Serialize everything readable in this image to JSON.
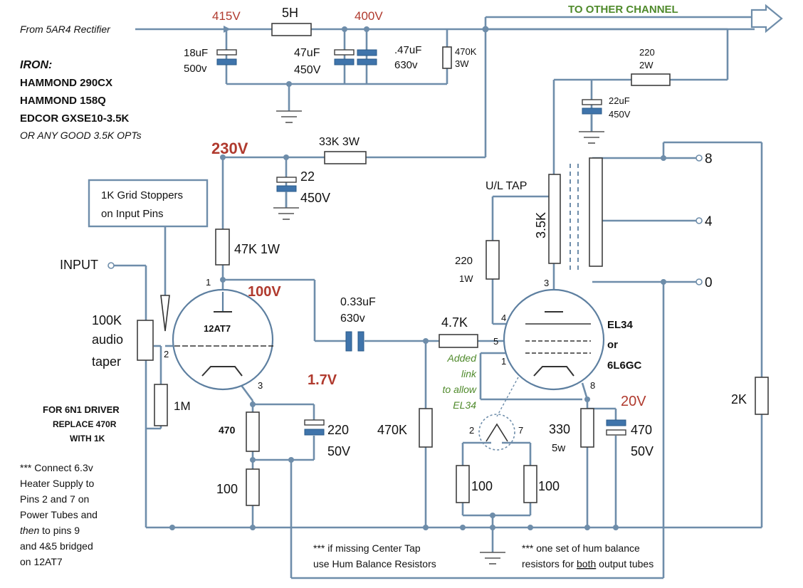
{
  "psu": {
    "rectifier_label": "From 5AR4 Rectifier",
    "v415": "415V",
    "choke": "5H",
    "v400": "400V",
    "to_other_channel": "TO OTHER CHANNEL",
    "c1_value": "18uF",
    "c1_voltage": "500v",
    "c2_value": "47uF",
    "c2_voltage": "450V",
    "c3_value": ".47uF",
    "c3_voltage": "630v",
    "bleeder_value": "470K",
    "bleeder_watts": "3W",
    "r220_value": "220",
    "r220_watts": "2W",
    "c22uf_value": "22uF",
    "c22uf_voltage": "450V"
  },
  "iron": {
    "heading": "IRON:",
    "lines": [
      "HAMMOND 290CX",
      "HAMMOND 158Q",
      "EDCOR GXSE10-3.5K",
      "OR ANY GOOD 3.5K OPTs"
    ]
  },
  "driver": {
    "v230": "230V",
    "r33k": "33K 3W",
    "c22_value": "22",
    "c22_voltage": "450V",
    "grid_stopper": [
      "1K Grid Stoppers",
      "on Input Pins"
    ],
    "r47k": "47K 1W",
    "input": "INPUT",
    "pin1": "1",
    "v100": "100V",
    "tube_label": "12AT7",
    "coupling_value": "0.33uF",
    "coupling_voltage": "630v",
    "pot": [
      "100K",
      "audio",
      "taper"
    ],
    "pin2": "2",
    "pin3": "3",
    "v1_7": "1.7V",
    "r1m": "1M",
    "driver_note": [
      "FOR 6N1 DRIVER",
      "REPLACE 470R",
      "WITH   1K"
    ],
    "r470": "470",
    "c220_value": "220",
    "c220_voltage": "50V",
    "r100": "100"
  },
  "output": {
    "ul_tap": "U/L TAP",
    "opt_impedance": "3.5K",
    "tap8": "8",
    "tap4": "4",
    "tap0": "0",
    "r220_value": "220",
    "r220_watts": "1W",
    "pin3": "3",
    "pin4": "4",
    "pin5": "5",
    "pin1": "1",
    "pin8": "8",
    "tube_label": [
      "EL34",
      "or",
      "6L6GC"
    ],
    "r4_7k": "4.7K",
    "link_note": [
      "Added",
      "link",
      "to allow",
      "EL34"
    ],
    "r470k": "470K",
    "heater_pin2": "2",
    "heater_pin7": "7",
    "r330_value": "330",
    "r330_watts": "5w",
    "v20": "20V",
    "c470_value": "470",
    "c470_voltage": "50V",
    "hum_r_left": "100",
    "hum_r_right": "100",
    "r2k": "2K"
  },
  "notes": {
    "heater": [
      "*** Connect 6.3v",
      "Heater Supply to",
      "Pins 2 and 7 on",
      "Power Tubes and",
      "and 4&5 bridged",
      "on 12AT7"
    ],
    "heater_then": "then",
    "heater_then_rest": " to pins 9",
    "center_tap": [
      "*** if missing Center Tap",
      "use Hum Balance Resistors"
    ],
    "hum_balance_line1": "*** one set of hum balance",
    "hum_balance_line2a": "resistors for ",
    "hum_balance_line2b": "both",
    "hum_balance_line2c": " output tubes"
  }
}
